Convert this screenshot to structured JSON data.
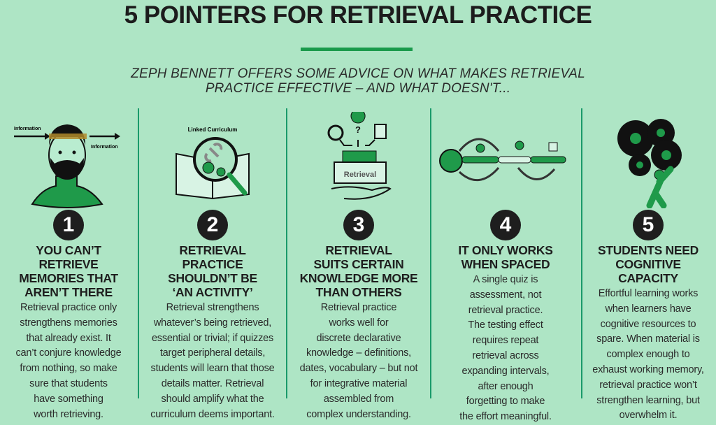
{
  "title": "5 POINTERS FOR RETRIEVAL PRACTICE",
  "subtitle": "ZEPH BENNETT OFFERS SOME ADVICE ON WHAT MAKES RETRIEVAL\nPRACTICE EFFECTIVE – AND WHAT DOESN'T...",
  "colors": {
    "background": "#aee5c5",
    "accent": "#1a9a4c",
    "text": "#1e1e1e"
  },
  "pointers": [
    {
      "number": "1",
      "icon": "head-information-icon",
      "icon_labels": [
        "Information",
        "Information"
      ],
      "heading": "YOU CAN’T\nRETRIEVE\nMEMORIES THAT\nAREN’T THERE",
      "body": "Retrieval practice only\nstrengthens memories\nthat already exist. It\ncan’t conjure knowledge\nfrom nothing, so make\nsure that students\nhave something\nworth retrieving."
    },
    {
      "number": "2",
      "icon": "book-magnifier-icon",
      "icon_labels": [
        "Linked Curriculum"
      ],
      "heading": "RETRIEVAL\nPRACTICE\nSHOULDN’T BE\n‘AN ACTIVITY’",
      "body": "Retrieval strengthens\nwhatever’s being retrieved,\nessential or trivial; if quizzes\ntarget peripheral details,\nstudents will learn that those\ndetails matter. Retrieval\nshould amplify what the\ncurriculum deems important."
    },
    {
      "number": "3",
      "icon": "retrieval-box-icon",
      "icon_labels": [
        "Retrieval"
      ],
      "heading": "RETRIEVAL\nSUITS CERTAIN\nKNOWLEDGE MORE\nTHAN OTHERS",
      "body": "Retrieval practice\nworks well for\ndiscrete declarative\nknowledge – definitions,\ndates, vocabulary – but not\nfor integrative material\nassembled from\ncomplex understanding."
    },
    {
      "number": "4",
      "icon": "spaced-timeline-icon",
      "icon_labels": [],
      "heading": "IT ONLY WORKS\nWHEN SPACED",
      "body": "A single quiz is\nassessment, not\nretrieval practice.\nThe testing effect\nrequires repeat\nretrieval across\nexpanding intervals,\nafter enough\nforgetting to make\nthe effort meaningful."
    },
    {
      "number": "5",
      "icon": "person-carrying-gears-icon",
      "icon_labels": [],
      "heading": "STUDENTS NEED\nCOGNITIVE\nCAPACITY",
      "body": "Effortful learning works\nwhen learners have\ncognitive resources to\nspare. When material is\ncomplex enough to\nexhaust working memory,\nretrieval practice won’t\nstrengthen learning, but\noverwhelm it."
    }
  ]
}
